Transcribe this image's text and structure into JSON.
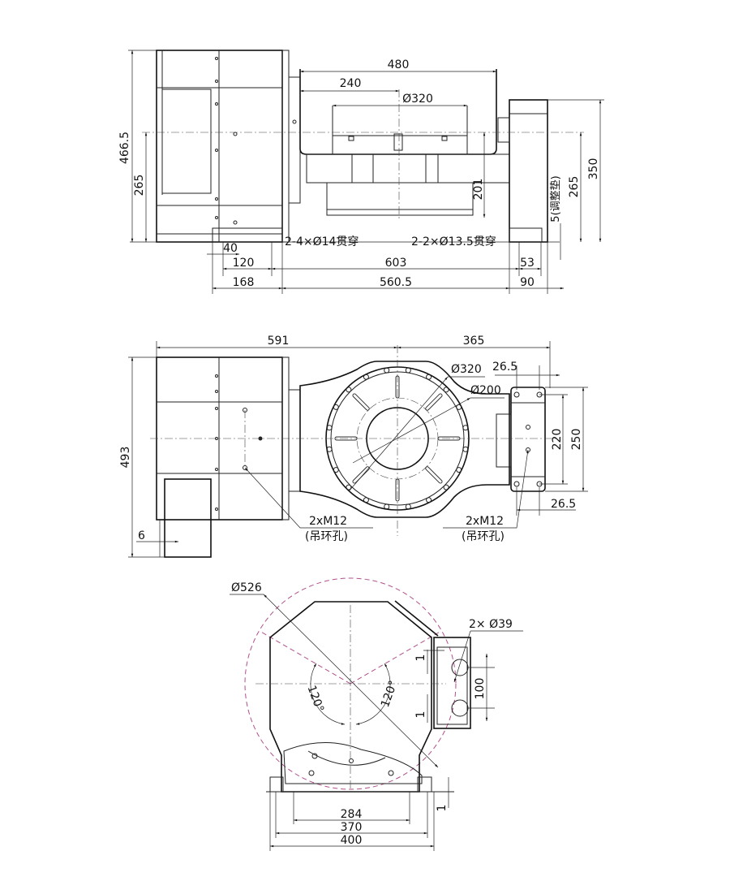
{
  "colors": {
    "line": "#222222",
    "reference_circle": "#b0508a"
  },
  "top_view": {
    "dims": {
      "width_480": "480",
      "half_240": "240",
      "dia_320": "Ø320",
      "height_466_5": "466.5",
      "height_265_left": "265",
      "height_350": "350",
      "height_265_right": "265",
      "height_201": "201",
      "shim": "5(调整垫)",
      "d40": "40",
      "d120": "120",
      "d168": "168",
      "d603": "603",
      "d560_5": "560.5",
      "d53": "53",
      "d90": "90"
    },
    "notes": {
      "left_holes": "2-4×Ø14贯穿",
      "right_holes": "2-2×Ø13.5贯穿"
    }
  },
  "plan_view": {
    "dims": {
      "d591": "591",
      "d365": "365",
      "dia_320": "Ø320",
      "dia_200": "Ø200",
      "d26_5_top": "26.5",
      "d26_5_bottom": "26.5",
      "d220": "220",
      "d250": "250",
      "d493": "493",
      "d6": "6"
    },
    "notes": {
      "left_lift": "2xM12",
      "left_lift_sub": "(吊环孔)",
      "right_lift": "2xM12",
      "right_lift_sub": "(吊环孔)"
    }
  },
  "end_view": {
    "dims": {
      "dia_526": "Ø526",
      "ports": "2× Ø39",
      "d100": "100",
      "d1_a": "1",
      "d1_b": "1",
      "d1_c": "1",
      "angle_left": "120°",
      "angle_right": "120°",
      "d284": "284",
      "d370": "370",
      "d400": "400"
    }
  }
}
